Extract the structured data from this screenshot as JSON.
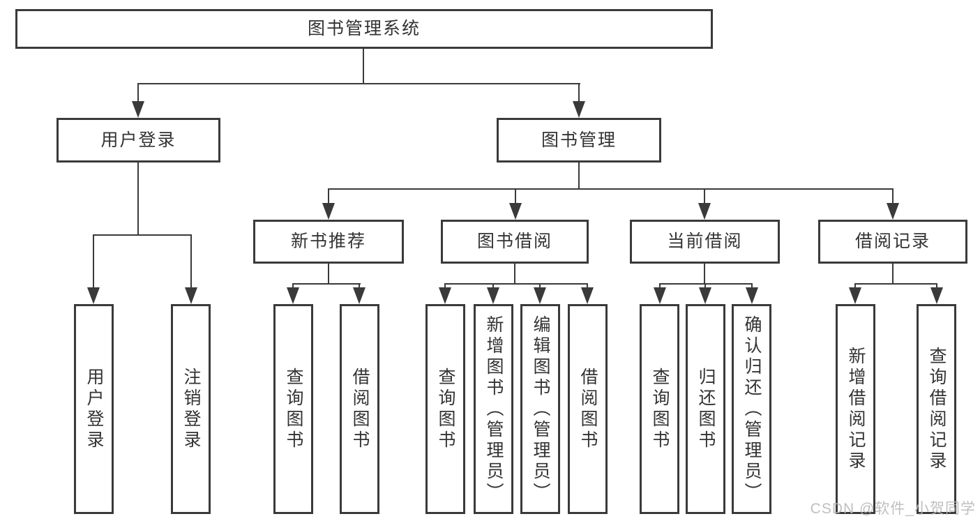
{
  "nodes": {
    "root": "图书管理系统",
    "user_login": {
      "label": "用户登录",
      "children": [
        "用户登录",
        "注销登录"
      ]
    },
    "book_mgmt": {
      "label": "图书管理",
      "groups": [
        {
          "label": "新书推荐",
          "children": [
            "查询图书",
            "借阅图书"
          ]
        },
        {
          "label": "图书借阅",
          "children": [
            "查询图书",
            "新增图书（管理员）",
            "编辑图书（管理员）",
            "借阅图书"
          ]
        },
        {
          "label": "当前借阅",
          "children": [
            "查询图书",
            "归还图书",
            "确认归还（管理员）"
          ]
        },
        {
          "label": "借阅记录",
          "children": [
            "新增借阅记录",
            "查询借阅记录"
          ]
        }
      ]
    }
  },
  "watermark": "CSDN @软件_小贺同学",
  "colors": {
    "line": "#3a3a3a",
    "text": "#333333",
    "watermark": "#b9b9b9",
    "background": "#ffffff"
  }
}
